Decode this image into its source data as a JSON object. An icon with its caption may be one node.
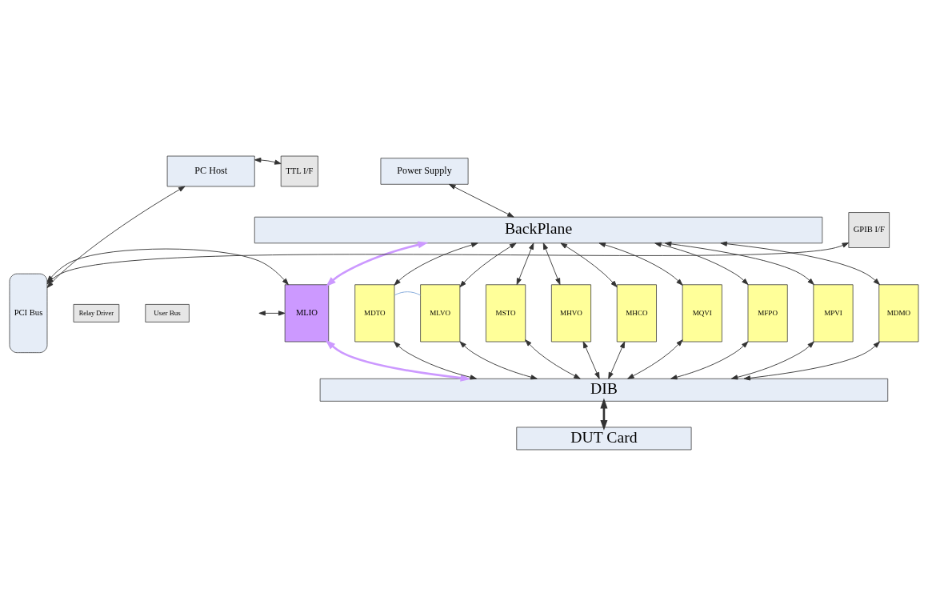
{
  "diagram": {
    "nodes": [
      {
        "text": [
          "PC Host"
        ]
      },
      {
        "text": [
          "TTL I/F"
        ]
      },
      {
        "text": [
          "Power Supply"
        ]
      },
      {
        "text": [
          "BackPlane"
        ]
      },
      {
        "text": [
          "GPIB I/F"
        ]
      },
      {
        "text": [
          "PCI Bus"
        ]
      },
      {
        "text": [
          "MLIO"
        ]
      },
      {
        "text": [
          "MDTO"
        ]
      },
      {
        "text": [
          "MLVO"
        ]
      },
      {
        "text": [
          "MSTO"
        ]
      },
      {
        "text": [
          "MHVO"
        ]
      },
      {
        "text": [
          "MHCO"
        ]
      },
      {
        "text": [
          "MQVI"
        ]
      },
      {
        "text": [
          "MFPO"
        ]
      },
      {
        "text": [
          "MPVI"
        ]
      },
      {
        "text": [
          "MDMO"
        ]
      },
      {
        "text": [
          "Relay Driver"
        ]
      },
      {
        "text": [
          "User Bus"
        ]
      },
      {
        "text": [
          "DIB"
        ]
      },
      {
        "text": [
          "DUT Card"
        ]
      }
    ],
    "edges": [
      {
        "from": 0,
        "to": 1,
        "arrow": "both"
      },
      {
        "from": 0,
        "to": 5,
        "arrow": "both"
      },
      {
        "from": 2,
        "to": 3,
        "arrow": "both"
      },
      {
        "from": 4,
        "to": 5,
        "arrow": "both"
      },
      {
        "from": 5,
        "to": 6,
        "arrow": "both"
      },
      {
        "from": 3,
        "to": 6,
        "arrow": "both",
        "style": "thick",
        "color": "#cc99ff"
      },
      {
        "from": 3,
        "to": 7,
        "arrow": "both"
      },
      {
        "from": 3,
        "to": 8,
        "arrow": "both"
      },
      {
        "from": 3,
        "to": 9,
        "arrow": "both"
      },
      {
        "from": 3,
        "to": 10,
        "arrow": "both"
      },
      {
        "from": 3,
        "to": 11,
        "arrow": "both"
      },
      {
        "from": 3,
        "to": 12,
        "arrow": "both"
      },
      {
        "from": 3,
        "to": 13,
        "arrow": "both"
      },
      {
        "from": 3,
        "to": 14,
        "arrow": "both"
      },
      {
        "from": 3,
        "to": 15,
        "arrow": "both"
      },
      {
        "from": 7,
        "to": 8,
        "arrow": "none",
        "color": "#7fa7d9"
      },
      {
        "from": 6,
        "to": 18,
        "arrow": "both",
        "style": "thick",
        "color": "#cc99ff"
      },
      {
        "from": 7,
        "to": 18,
        "arrow": "both"
      },
      {
        "from": 8,
        "to": 18,
        "arrow": "both"
      },
      {
        "from": 9,
        "to": 18,
        "arrow": "both"
      },
      {
        "from": 10,
        "to": 18,
        "arrow": "both"
      },
      {
        "from": 11,
        "to": 18,
        "arrow": "both"
      },
      {
        "from": 12,
        "to": 18,
        "arrow": "both"
      },
      {
        "from": 13,
        "to": 18,
        "arrow": "both"
      },
      {
        "from": 14,
        "to": 18,
        "arrow": "both"
      },
      {
        "from": 15,
        "to": 18,
        "arrow": "both"
      },
      {
        "from": null,
        "to": 6,
        "arrow": "both"
      },
      {
        "from": 18,
        "to": 19,
        "arrow": "both",
        "style": "thick"
      }
    ]
  }
}
